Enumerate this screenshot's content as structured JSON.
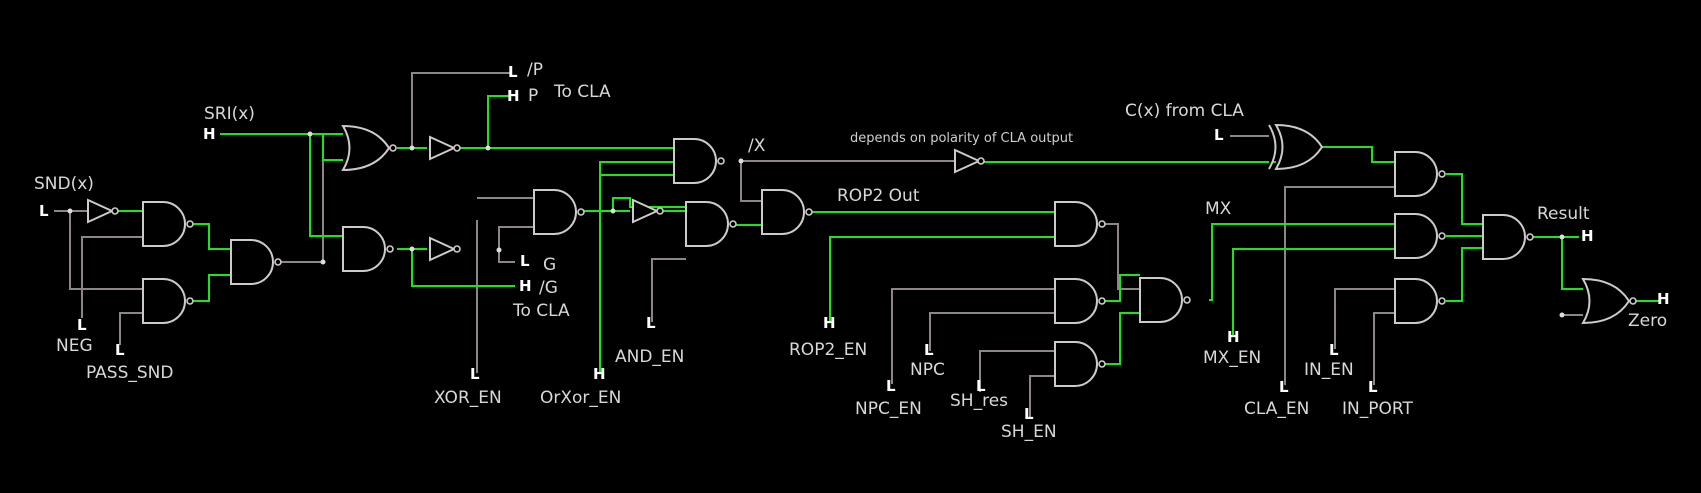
{
  "colors": {
    "background": "#000000",
    "high_wire": "#19e619",
    "low_wire": "#8f8585",
    "gate_outline": "#cfcaca",
    "text": "#d8d8d8"
  },
  "levels": {
    "low": "L",
    "high": "H"
  },
  "labels": {
    "snd": "SND(x)",
    "sri": "SRI(x)",
    "neg": "NEG",
    "pass_snd": "PASS_SND",
    "p_bar": "/P",
    "p": "P",
    "to_cla_top": "To CLA",
    "g": "G",
    "g_bar": "/G",
    "to_cla_bottom": "To CLA",
    "xor_en": "XOR_EN",
    "orxor_en": "OrXor_EN",
    "and_en": "AND_EN",
    "x_bar": "/X",
    "depends": "depends on polarity of CLA output",
    "rop2_out": "ROP2 Out",
    "rop2_en": "ROP2_EN",
    "npc_en": "NPC_EN",
    "npc": "NPC",
    "sh_res": "SH_res",
    "sh_en": "SH_EN",
    "cx": "C(x) from CLA",
    "mx": "MX",
    "mx_en": "MX_EN",
    "cla_en": "CLA_EN",
    "in_en": "IN_EN",
    "in_port": "IN_PORT",
    "result": "Result",
    "zero": "Zero"
  }
}
